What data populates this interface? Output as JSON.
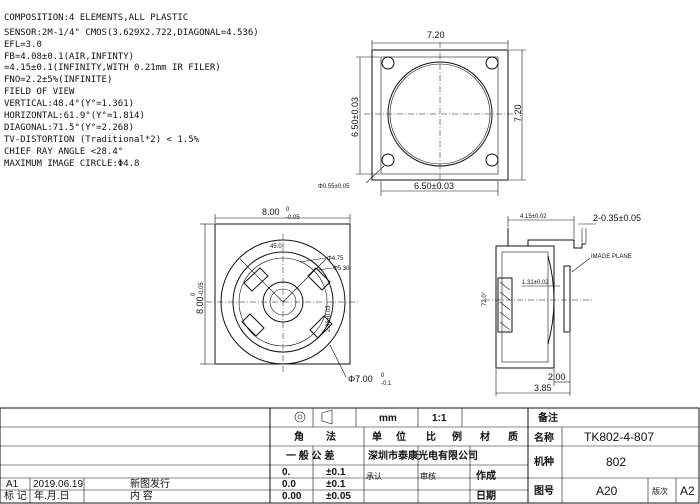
{
  "specs": [
    "COMPOSITION:4 ELEMENTS,ALL PLASTIC",
    "SENSOR:2M-1/4\" CMOS(3.629X2.722,DIAGONAL=4.536)",
    "EFL=3.0",
    "FB=4.08±0.1(AIR,INFINTY)",
    "  =4.15±0.1(INFINITY,WITH 0.21mm IR FILER)",
    "FNO=2.2±5%(INFINITE)",
    "FIELD OF VIEW",
    "   VERTICAL:48.4°(Y°=1.361)",
    "   HORIZONTAL:61.9°(Y°=1.814)",
    "   DIAGONAL:71.5°(Y°=2.268)",
    "TV-DISTORTION (Traditional*2) < 1.5%",
    "CHIEF RAY ANGLE <28.4°",
    "MAXIMUM IMAGE CIRCLE:Φ4.8"
  ],
  "top_view": {
    "width": "7.20",
    "height": "7.20",
    "inner_width": "6.50±0.03",
    "inner_height": "6.50±0.03",
    "hole": "Φ0.55±0.05"
  },
  "front_view": {
    "width": "8.00",
    "width_tol_upper": "0",
    "width_tol_lower": "-0.05",
    "height": "8.00",
    "height_tol_upper": "0",
    "height_tol_lower": "-0.05",
    "angle": "45.0°",
    "d_small": "Φ4.75",
    "d_mid": "Φ5.30",
    "d_bottom": "Φ7.00",
    "d_bottom_tol_upper": "0",
    "d_bottom_tol_lower": "-0.1",
    "inner_label": "2.86±0.03"
  },
  "side_view": {
    "top_length": "4.15±0.02",
    "pins": "2-0.35±0.05",
    "angle": "72.0°",
    "dia": "1.31±0.02",
    "image_plane": "IMAGE PLANE",
    "dim_200": "2.00",
    "dim_385": "3.85"
  },
  "title_block": {
    "projection_unit": "mm",
    "scale": "1:1",
    "remark_label": "备注",
    "header_angle": "角",
    "header_method": "法",
    "header_unit": "单",
    "header_position": "位",
    "header_ratio": "比",
    "header_example": "例",
    "header_material": "材",
    "header_quality": "质",
    "general_tolerance": "一  般  公  差",
    "company": "深圳市泰康光电有限公司",
    "name_label": "名称",
    "part_no": "TK802-4-807",
    "type_label": "机种",
    "type_value": "802",
    "tol_rows": [
      {
        "p": "0.",
        "t": "±0.1"
      },
      {
        "p": "0.0",
        "t": "±0.1"
      },
      {
        "p": "0.00",
        "t": "±0.05"
      }
    ],
    "approve": "承认",
    "review": "审核",
    "make": "作成",
    "date_label": "日期",
    "drawing_no_label": "图号",
    "drawing_no": "A20",
    "version_label": "版次",
    "version": "A2",
    "revision": "A1",
    "revision_date": "2019.06.19",
    "revision_content": "新图发行",
    "col_mark": "标  记",
    "col_date": "年.月.日",
    "col_content": "内        容"
  }
}
